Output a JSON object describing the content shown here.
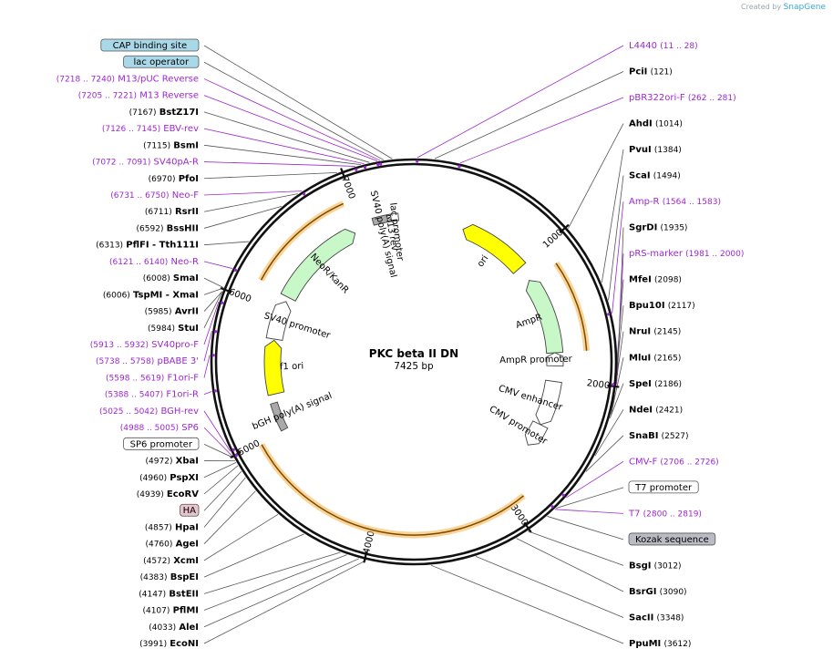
{
  "credit": {
    "prefix": "Created by",
    "brand": "SnapGene"
  },
  "plasmid": {
    "name": "PKC beta II DN",
    "length_label": "7425 bp"
  },
  "colors": {
    "backbone": "#111111",
    "enzyme_line": "#555555",
    "enzyme_text": "#000000",
    "primer": "#9c27d0",
    "feature_green": "#c8f7c8",
    "feature_yellow": "#ffff00",
    "cds_orange": "#f5b040",
    "promoter_white": "#ffffff",
    "polyA_gray": "#a9a9a9",
    "blue_box": "#a9d8e8",
    "pink_box": "#e8c4cc",
    "gray_box": "#b9bcc4"
  },
  "ticks": [
    {
      "bp": 1000,
      "label": "1000"
    },
    {
      "bp": 2000,
      "label": "2000"
    },
    {
      "bp": 3000,
      "label": "3000"
    },
    {
      "bp": 4000,
      "label": "4000"
    },
    {
      "bp": 5000,
      "label": "5000"
    },
    {
      "bp": 6000,
      "label": "6000"
    },
    {
      "bp": 7000,
      "label": "7000"
    }
  ],
  "enzymes": [
    {
      "name": "PciI",
      "pos": "(121)",
      "bp": 121,
      "side": "right"
    },
    {
      "name": "AhdI",
      "pos": "(1014)",
      "bp": 1014,
      "side": "right"
    },
    {
      "name": "PvuI",
      "pos": "(1384)",
      "bp": 1384,
      "side": "right"
    },
    {
      "name": "ScaI",
      "pos": "(1494)",
      "bp": 1494,
      "side": "right"
    },
    {
      "name": "SgrDI",
      "pos": "(1935)",
      "bp": 1935,
      "side": "right"
    },
    {
      "name": "MfeI",
      "pos": "(2098)",
      "bp": 2098,
      "side": "right"
    },
    {
      "name": "Bpu10I",
      "pos": "(2117)",
      "bp": 2117,
      "side": "right"
    },
    {
      "name": "NruI",
      "pos": "(2145)",
      "bp": 2145,
      "side": "right"
    },
    {
      "name": "MluI",
      "pos": "(2165)",
      "bp": 2165,
      "side": "right"
    },
    {
      "name": "SpeI",
      "pos": "(2186)",
      "bp": 2186,
      "side": "right"
    },
    {
      "name": "NdeI",
      "pos": "(2421)",
      "bp": 2421,
      "side": "right"
    },
    {
      "name": "SnaBI",
      "pos": "(2527)",
      "bp": 2527,
      "side": "right"
    },
    {
      "name": "BsgI",
      "pos": "(3012)",
      "bp": 3012,
      "side": "right"
    },
    {
      "name": "BsrGI",
      "pos": "(3090)",
      "bp": 3090,
      "side": "right"
    },
    {
      "name": "SacII",
      "pos": "(3348)",
      "bp": 3348,
      "side": "right"
    },
    {
      "name": "PpuMI",
      "pos": "(3612)",
      "bp": 3612,
      "side": "right"
    },
    {
      "name": "EcoNI",
      "pos": "(3991)",
      "bp": 3991,
      "side": "left"
    },
    {
      "name": "AleI",
      "pos": "(4033)",
      "bp": 4033,
      "side": "left"
    },
    {
      "name": "PflMI",
      "pos": "(4107)",
      "bp": 4107,
      "side": "left"
    },
    {
      "name": "BstEII",
      "pos": "(4147)",
      "bp": 4147,
      "side": "left"
    },
    {
      "name": "BspEI",
      "pos": "(4383)",
      "bp": 4383,
      "side": "left"
    },
    {
      "name": "XcmI",
      "pos": "(4572)",
      "bp": 4572,
      "side": "left"
    },
    {
      "name": "AgeI",
      "pos": "(4760)",
      "bp": 4760,
      "side": "left"
    },
    {
      "name": "HpaI",
      "pos": "(4857)",
      "bp": 4857,
      "side": "left"
    },
    {
      "name": "EcoRV",
      "pos": "(4939)",
      "bp": 4939,
      "side": "left"
    },
    {
      "name": "PspXI",
      "pos": "(4960)",
      "bp": 4960,
      "side": "left"
    },
    {
      "name": "XbaI",
      "pos": "(4972)",
      "bp": 4972,
      "side": "left"
    },
    {
      "name": "StuI",
      "pos": "(5984)",
      "bp": 5984,
      "side": "left"
    },
    {
      "name": "AvrII",
      "pos": "(5985)",
      "bp": 5985,
      "side": "left"
    },
    {
      "name": "TspMI - XmaI",
      "pos": "(6006)",
      "bp": 6006,
      "side": "left"
    },
    {
      "name": "SmaI",
      "pos": "(6008)",
      "bp": 6008,
      "side": "left"
    },
    {
      "name": "PflFI - Tth111I",
      "pos": "(6313)",
      "bp": 6313,
      "side": "left"
    },
    {
      "name": "BssHII",
      "pos": "(6592)",
      "bp": 6592,
      "side": "left"
    },
    {
      "name": "RsrII",
      "pos": "(6711)",
      "bp": 6711,
      "side": "left"
    },
    {
      "name": "PfoI",
      "pos": "(6970)",
      "bp": 6970,
      "side": "left"
    },
    {
      "name": "BsmI",
      "pos": "(7115)",
      "bp": 7115,
      "side": "left"
    },
    {
      "name": "BstZ17I",
      "pos": "(7167)",
      "bp": 7167,
      "side": "left"
    }
  ],
  "primers": [
    {
      "name": "L4440",
      "pos": "(11 .. 28)",
      "bp": 20,
      "side": "right"
    },
    {
      "name": "pBR322ori-F",
      "pos": "(262 .. 281)",
      "bp": 271,
      "side": "right"
    },
    {
      "name": "Amp-R",
      "pos": "(1564 .. 1583)",
      "bp": 1573,
      "side": "right"
    },
    {
      "name": "pRS-marker",
      "pos": "(1981 .. 2000)",
      "bp": 1990,
      "side": "right"
    },
    {
      "name": "CMV-F",
      "pos": "(2706 .. 2726)",
      "bp": 2716,
      "side": "right"
    },
    {
      "name": "T7",
      "pos": "(2800 .. 2819)",
      "bp": 2810,
      "side": "right"
    },
    {
      "name": "SP6",
      "pos": "(4988 .. 5005)",
      "bp": 4996,
      "side": "left"
    },
    {
      "name": "BGH-rev",
      "pos": "(5025 .. 5042)",
      "bp": 5033,
      "side": "left"
    },
    {
      "name": "F1ori-R",
      "pos": "(5388 .. 5407)",
      "bp": 5397,
      "side": "left"
    },
    {
      "name": "F1ori-F",
      "pos": "(5598 .. 5619)",
      "bp": 5608,
      "side": "left"
    },
    {
      "name": "pBABE 3'",
      "pos": "(5738 .. 5758)",
      "bp": 5748,
      "side": "left"
    },
    {
      "name": "SV40pro-F",
      "pos": "(5913 .. 5932)",
      "bp": 5922,
      "side": "left"
    },
    {
      "name": "Neo-R",
      "pos": "(6121 .. 6140)",
      "bp": 6130,
      "side": "left"
    },
    {
      "name": "Neo-F",
      "pos": "(6731 .. 6750)",
      "bp": 6740,
      "side": "left"
    },
    {
      "name": "SV40pA-R",
      "pos": "(7072 .. 7091)",
      "bp": 7081,
      "side": "left"
    },
    {
      "name": "EBV-rev",
      "pos": "(7126 .. 7145)",
      "bp": 7135,
      "side": "left"
    },
    {
      "name": "M13 Reverse",
      "pos": "(7205 .. 7221)",
      "bp": 7213,
      "side": "left"
    },
    {
      "name": "M13/pUC Reverse",
      "pos": "(7218 .. 7240)",
      "bp": 7229,
      "side": "left"
    }
  ],
  "boxed_labels": [
    {
      "name": "CAP binding site",
      "bp": 7300,
      "color": "blue"
    },
    {
      "name": "lac operator",
      "bp": 7250,
      "color": "blue"
    },
    {
      "name": "T7 promoter",
      "bp": 2800,
      "color": "white"
    },
    {
      "name": "Kozak sequence",
      "bp": 2870,
      "color": "gray"
    },
    {
      "name": "SP6 promoter",
      "bp": 4990,
      "color": "white"
    },
    {
      "name": "HA",
      "bp": 4900,
      "color": "pink"
    }
  ],
  "features": [
    {
      "name": "ori",
      "start": 420,
      "end": 1000,
      "color": "yellow",
      "dir": -1
    },
    {
      "name": "AmpR",
      "start": 1130,
      "end": 1780,
      "color": "green",
      "dir": -1
    },
    {
      "name": "AmpR promoter",
      "start": 1780,
      "end": 1890,
      "color": "white",
      "dir": -1
    },
    {
      "name": "CMV enhancer",
      "start": 2020,
      "end": 2400,
      "color": "white",
      "dir": 1
    },
    {
      "name": "CMV promoter",
      "start": 2400,
      "end": 2600,
      "color": "white",
      "dir": 1
    },
    {
      "name": "bGH poly(A) signal",
      "start": 5000,
      "end": 5230,
      "color": "gray",
      "dir": 0
    },
    {
      "name": "f1 ori",
      "start": 5300,
      "end": 5750,
      "color": "yellow",
      "dir": 1
    },
    {
      "name": "SV40 promoter",
      "start": 5760,
      "end": 6090,
      "color": "white",
      "dir": 1
    },
    {
      "name": "NeoR/KanR",
      "start": 6130,
      "end": 6920,
      "color": "green",
      "dir": 1
    },
    {
      "name": "SV40 poly(A) signal",
      "start": 7090,
      "end": 7210,
      "color": "gray",
      "dir": 0
    },
    {
      "name": "M13 rev",
      "start": 7210,
      "end": 7240,
      "color": "white",
      "dir": 0
    },
    {
      "name": "lac promoter",
      "start": 7240,
      "end": 7300,
      "color": "white",
      "dir": 0
    }
  ],
  "cds": [
    {
      "start": 2900,
      "end": 4980
    },
    {
      "start": 6150,
      "end": 6930
    },
    {
      "start": 1140,
      "end": 1780
    }
  ]
}
